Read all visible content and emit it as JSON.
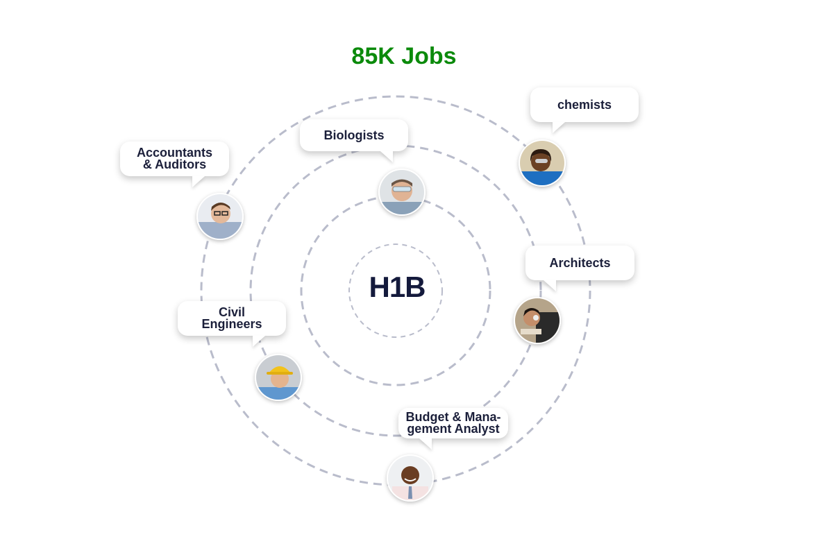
{
  "title": "85K Jobs",
  "center_label": "H1B",
  "colors": {
    "title": "#0b8a0b",
    "center_text": "#141a3c",
    "orbit_stroke": "#b9bccb",
    "bubble_text": "#1b1f3a"
  },
  "occupations": [
    {
      "id": "accountants",
      "line1": "Accountants",
      "line2": "& Auditors",
      "icon": "man-glasses-avatar-icon"
    },
    {
      "id": "biologists",
      "line1": "Biologists",
      "line2": "",
      "icon": "scientist-goggles-avatar-icon"
    },
    {
      "id": "chemists",
      "line1": "chemists",
      "line2": "",
      "icon": "woman-lab-avatar-icon"
    },
    {
      "id": "architects",
      "line1": "Architects",
      "line2": "",
      "icon": "architect-headphones-avatar-icon"
    },
    {
      "id": "civil-engineers",
      "line1": "Civil",
      "line2": "Engineers",
      "icon": "hardhat-engineer-avatar-icon"
    },
    {
      "id": "budget-analyst",
      "line1": "Budget & Mana-",
      "line2": "gement Analyst",
      "icon": "businessman-avatar-icon"
    }
  ]
}
